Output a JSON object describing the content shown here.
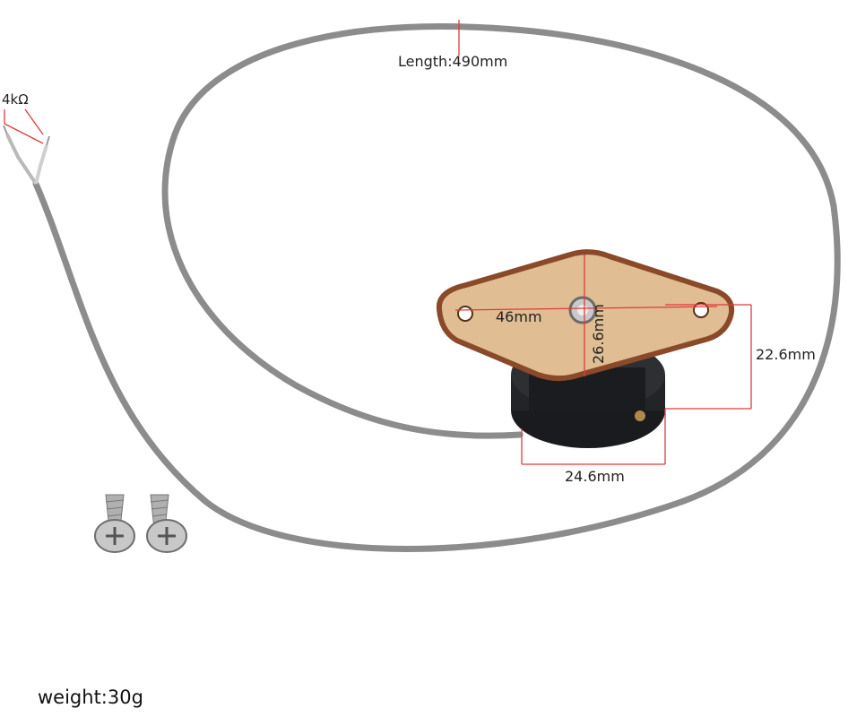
{
  "labels": {
    "length": "Length:490mm",
    "resistance": "4kΩ",
    "width": "46mm",
    "height_top": "26.6mm",
    "height_side": "22.6mm",
    "diameter": "24.6mm",
    "weight": "weight:30g"
  },
  "colors": {
    "cable": "#8c8c8c",
    "dimension_line": "#e23a3a",
    "wood": "#d9b48a",
    "wood_edge": "#8a4a2a",
    "puck": "#222428"
  }
}
